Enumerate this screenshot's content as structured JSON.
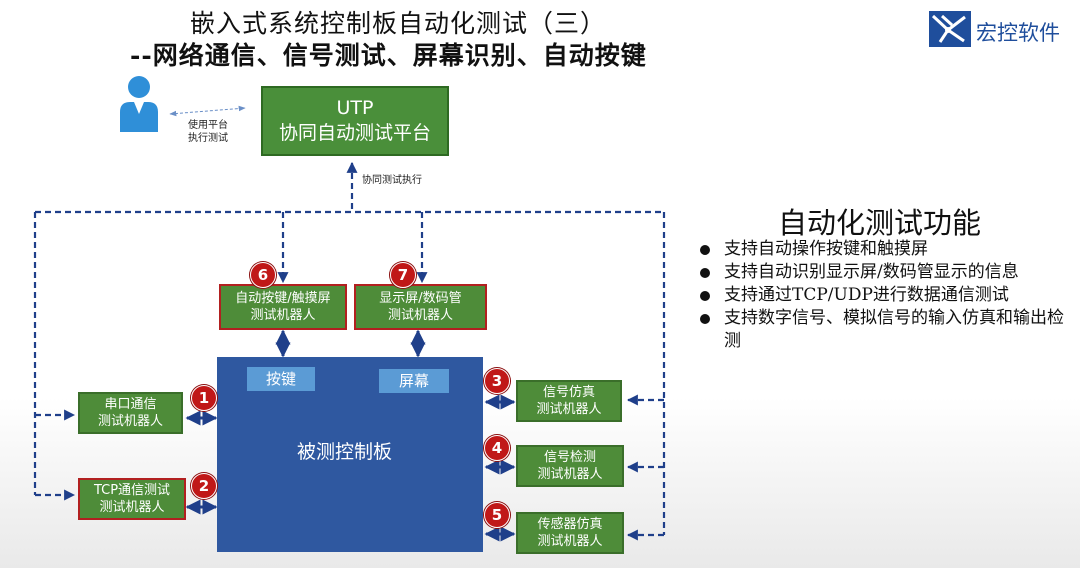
{
  "header": {
    "title_line1": "嵌入式系统控制板自动化测试（三）",
    "title_line2": "--网络通信、信号测试、屏幕识别、自动按键"
  },
  "logo": {
    "text": "宏控软件"
  },
  "user": {
    "note_line1": "使用平台",
    "note_line2": "执行测试"
  },
  "platform": {
    "line1": "UTP",
    "line2": "协同自动测试平台"
  },
  "cooperative_note": "协同测试执行",
  "board": {
    "label": "被测控制板",
    "key_chip": "按键",
    "screen_chip": "屏幕"
  },
  "robots": [
    {
      "badge": "1",
      "line1": "串口通信",
      "line2": "测试机器人"
    },
    {
      "badge": "2",
      "line1": "TCP通信测试",
      "line2": "测试机器人"
    },
    {
      "badge": "3",
      "line1": "信号仿真",
      "line2": "测试机器人"
    },
    {
      "badge": "4",
      "line1": "信号检测",
      "line2": "测试机器人"
    },
    {
      "badge": "5",
      "line1": "传感器仿真",
      "line2": "测试机器人"
    },
    {
      "badge": "6",
      "line1": "自动按键/触摸屏",
      "line2": "测试机器人"
    },
    {
      "badge": "7",
      "line1": "显示屏/数码管",
      "line2": "测试机器人"
    }
  ],
  "functions": {
    "title": "自动化测试功能",
    "items": [
      "支持自动操作按键和触摸屏",
      "支持自动识别显示屏/数码管显示的信息",
      "支持通过TCP/UDP进行数据通信测试",
      "支持数字信号、模拟信号的输入仿真和输出检测"
    ]
  },
  "colors": {
    "robot_fill": "#4e8c39",
    "highlight_border": "#b22020",
    "board_fill": "#2f58a0",
    "chip_fill": "#5b9bd5",
    "badge_fill": "#c01818",
    "connector": "#1f3f8a",
    "user_icon": "#2f8fd8"
  },
  "icons": {
    "user": "user-icon",
    "logo": "robot-logo-icon"
  }
}
